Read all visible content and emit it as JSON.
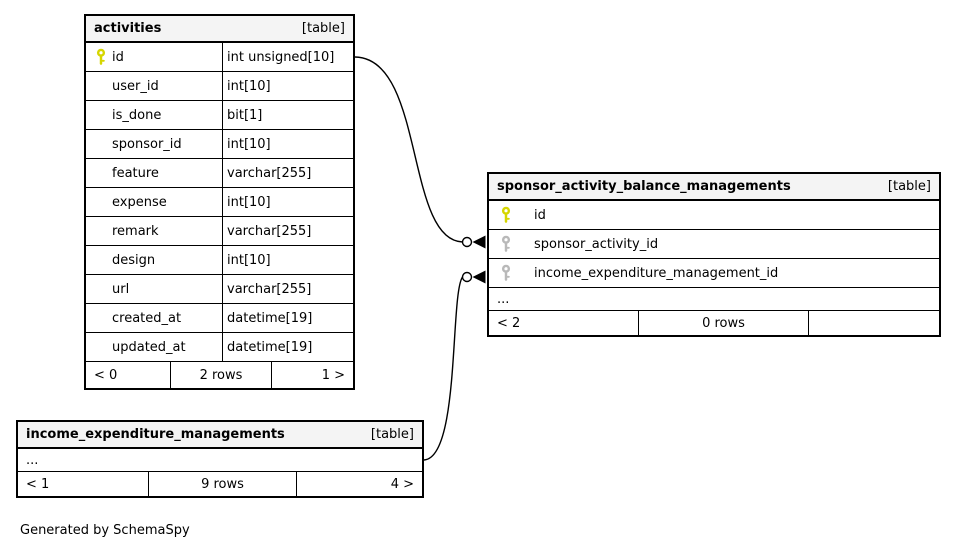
{
  "app": {
    "generated_note": "Generated by SchemaSpy"
  },
  "colors": {
    "primary_key": "#d6d600",
    "foreign_key": "#b9b9b9",
    "header_bg": "#f4f4f4",
    "border": "#000000",
    "line": "#000000"
  },
  "tables": {
    "activities": {
      "title": "activities",
      "badge": "[table]",
      "columns": [
        {
          "name": "id",
          "type": "int unsigned[10]",
          "key": "primary"
        },
        {
          "name": "user_id",
          "type": "int[10]",
          "key": ""
        },
        {
          "name": "is_done",
          "type": "bit[1]",
          "key": ""
        },
        {
          "name": "sponsor_id",
          "type": "int[10]",
          "key": ""
        },
        {
          "name": "feature",
          "type": "varchar[255]",
          "key": ""
        },
        {
          "name": "expense",
          "type": "int[10]",
          "key": ""
        },
        {
          "name": "remark",
          "type": "varchar[255]",
          "key": ""
        },
        {
          "name": "design",
          "type": "int[10]",
          "key": ""
        },
        {
          "name": "url",
          "type": "varchar[255]",
          "key": ""
        },
        {
          "name": "created_at",
          "type": "datetime[19]",
          "key": ""
        },
        {
          "name": "updated_at",
          "type": "datetime[19]",
          "key": ""
        }
      ],
      "footer": {
        "left": "< 0",
        "center": "2 rows",
        "right": "1 >"
      }
    },
    "sponsor_activity_balance_managements": {
      "title": "sponsor_activity_balance_managements",
      "badge": "[table]",
      "columns": [
        {
          "name": "id",
          "key": "primary"
        },
        {
          "name": "sponsor_activity_id",
          "key": "foreign"
        },
        {
          "name": "income_expenditure_management_id",
          "key": "foreign"
        }
      ],
      "ellipsis": "...",
      "footer": {
        "left": "< 2",
        "center": "0 rows",
        "right": ""
      }
    },
    "income_expenditure_managements": {
      "title": "income_expenditure_managements",
      "badge": "[table]",
      "ellipsis": "...",
      "footer": {
        "left": "< 1",
        "center": "9 rows",
        "right": "4 >"
      }
    }
  }
}
